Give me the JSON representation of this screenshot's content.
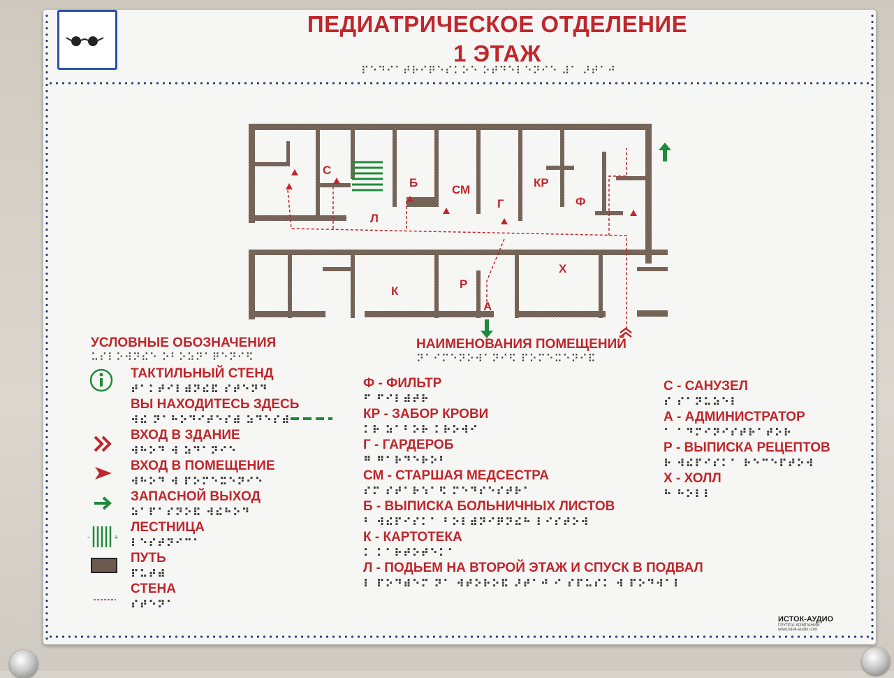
{
  "header": {
    "title_line1": "ПЕДИАТРИЧЕСКОЕ ОТДЕЛЕНИЕ",
    "title_line2": "1 ЭТАЖ",
    "title_braille": "⠏⠑⠙⠊⠁⠞⠗⠊⠟⠑⠎⠅⠕⠑ ⠕⠞⠙⠑⠇⠑⠝⠊⠑ ⠼⠁ ⠜⠞⠁⠚"
  },
  "plan_labels": {
    "s": "С",
    "l": "Л",
    "b": "Б",
    "sm": "СМ",
    "g": "Г",
    "kr": "КР",
    "f": "Ф",
    "x": "Х",
    "k": "К",
    "r": "Р",
    "a": "А"
  },
  "legend": {
    "title": "УСЛОВНЫЕ ОБОЗНАЧЕНИЯ",
    "title_braille": "⠥⠎⠇⠕⠺⠝⠮⠑ ⠕⠃⠕⠵⠝⠁⠟⠑⠝⠊⠫",
    "items": [
      {
        "label": "ТАКТИЛЬНЫЙ СТЕНД",
        "braille": "⠞⠁⠅⠞⠊⠇⠾⠝⠮⠯ ⠎⠞⠑⠝⠙"
      },
      {
        "label": "ВЫ НАХОДИТЕСЬ ЗДЕСЬ",
        "braille": "⠺⠮ ⠝⠁⠓⠕⠙⠊⠞⠑⠎⠾ ⠵⠙⠑⠎⠾"
      },
      {
        "label": "ВХОД В ЗДАНИЕ",
        "braille": "⠺⠓⠕⠙ ⠺ ⠵⠙⠁⠝⠊⠑"
      },
      {
        "label": "ВХОД В ПОМЕЩЕНИЕ",
        "braille": "⠺⠓⠕⠙ ⠺ ⠏⠕⠍⠑⠭⠑⠝⠊⠑"
      },
      {
        "label": "ЗАПАСНОЙ ВЫХОД",
        "braille": "⠵⠁⠏⠁⠎⠝⠕⠯ ⠺⠮⠓⠕⠙"
      },
      {
        "label": "ЛЕСТНИЦА",
        "braille": "⠇⠑⠎⠞⠝⠊⠉⠁"
      },
      {
        "label": "ПУТЬ",
        "braille": "⠏⠥⠞⠾"
      },
      {
        "label": "СТЕНА",
        "braille": "⠎⠞⠑⠝⠁"
      }
    ]
  },
  "rooms": {
    "title": "НАИМЕНОВАНИЯ ПОМЕЩЕНИЙ",
    "title_braille": "⠝⠁⠊⠍⠑⠝⠕⠺⠁⠝⠊⠫ ⠏⠕⠍⠑⠭⠑⠝⠊⠯",
    "col1": [
      {
        "label": "Ф - ФИЛЬТР",
        "braille": "⠋ ⠋⠊⠇⠾⠞⠗"
      },
      {
        "label": "КР - ЗАБОР КРОВИ",
        "braille": "⠅⠗ ⠵⠁⠃⠕⠗ ⠅⠗⠕⠺⠊"
      },
      {
        "label": "Г - ГАРДЕРОБ",
        "braille": "⠛ ⠛⠁⠗⠙⠑⠗⠕⠃"
      },
      {
        "label": "СМ - СТАРШАЯ МЕДСЕСТРА",
        "braille": "⠎⠍ ⠎⠞⠁⠗⠱⠁⠫ ⠍⠑⠙⠎⠑⠎⠞⠗⠁"
      },
      {
        "label": "Б - ВЫПИСКА БОЛЬНИЧНЫХ ЛИСТОВ",
        "braille": "⠃ ⠺⠮⠏⠊⠎⠅⠁ ⠃⠕⠇⠾⠝⠊⠟⠝⠮⠓ ⠇⠊⠎⠞⠕⠺"
      },
      {
        "label": "К - КАРТОТЕКА",
        "braille": "⠅ ⠅⠁⠗⠞⠕⠞⠑⠅⠁"
      },
      {
        "label": "Л - ПОДЬЕМ НА ВТОРОЙ ЭТАЖ И СПУСК В ПОДВАЛ",
        "braille": "⠇ ⠏⠕⠙⠾⠑⠍ ⠝⠁ ⠺⠞⠕⠗⠕⠯ ⠜⠞⠁⠚ ⠊ ⠎⠏⠥⠎⠅ ⠺ ⠏⠕⠙⠺⠁⠇"
      }
    ],
    "col2": [
      {
        "label": "С - САНУЗЕЛ",
        "braille": "⠎ ⠎⠁⠝⠥⠵⠑⠇"
      },
      {
        "label": "А - АДМИНИСТРАТОР",
        "braille": "⠁ ⠁⠙⠍⠊⠝⠊⠎⠞⠗⠁⠞⠕⠗"
      },
      {
        "label": "Р - ВЫПИСКА РЕЦЕПТОВ",
        "braille": "⠗ ⠺⠮⠏⠊⠎⠅⠁ ⠗⠑⠉⠑⠏⠞⠕⠺"
      },
      {
        "label": "Х - ХОЛЛ",
        "braille": "⠓ ⠓⠕⠇⠇"
      }
    ]
  },
  "logo": {
    "name": "ИСТОК-АУДИО",
    "sub": "ГРУППА КОМПАНИЙ",
    "url": "www.istok-audio.com"
  },
  "colors": {
    "red": "#c0262b",
    "green": "#1f8a3a",
    "wall": "#6b5a4e",
    "frame": "#2b3a78"
  }
}
